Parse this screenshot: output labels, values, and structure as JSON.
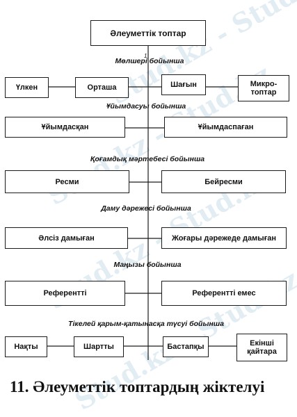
{
  "title": "Әлеуметтік топтар",
  "criteria": [
    "Мөлшері бойынша",
    "Ұйымдасуы бойынша",
    "Қоғамдық мәртебесі бойынша",
    "Даму дәрежесі бойынша",
    "Маңызы бойынша",
    "Тікелей қарым-қатынасқа түсуі бойынша"
  ],
  "row1": [
    "Үлкен",
    "Орташа",
    "Шағын",
    "Микро-топтар"
  ],
  "row2": [
    "Ұйымдасқан",
    "Ұйымдаспаған"
  ],
  "row3": [
    "Ресми",
    "Бейресми"
  ],
  "row4": [
    "Әлсіз дамыған",
    "Жоғары дәрежеде дамыған"
  ],
  "row5": [
    "Референтті",
    "Референтті емес"
  ],
  "row6": [
    "Нақты",
    "Шартты",
    "Бастапқы",
    "Екінші қайтара"
  ],
  "footnote_mark": "1",
  "footer_title": "11. Әлеуметтік топтардың жіктелуі",
  "watermark": "Stud.kz - Stud.kz"
}
